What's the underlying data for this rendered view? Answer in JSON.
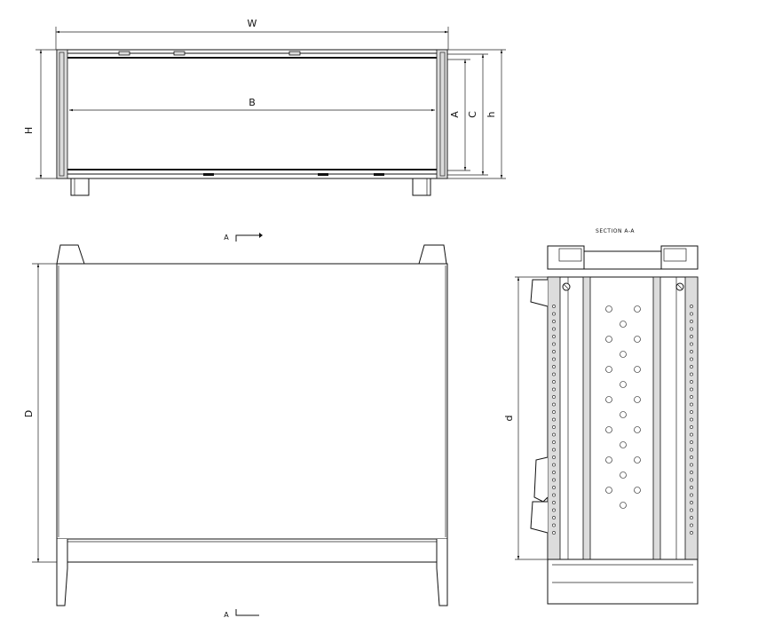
{
  "dimensions": {
    "front": {
      "width": "W",
      "inner_width": "B",
      "height": "H",
      "dim_a": "A",
      "dim_c": "C",
      "dim_h": "h"
    },
    "top": {
      "depth": "D",
      "section_marker_top": "A",
      "section_marker_bottom": "A"
    },
    "section": {
      "title": "SECTION A-A",
      "depth": "d"
    }
  }
}
